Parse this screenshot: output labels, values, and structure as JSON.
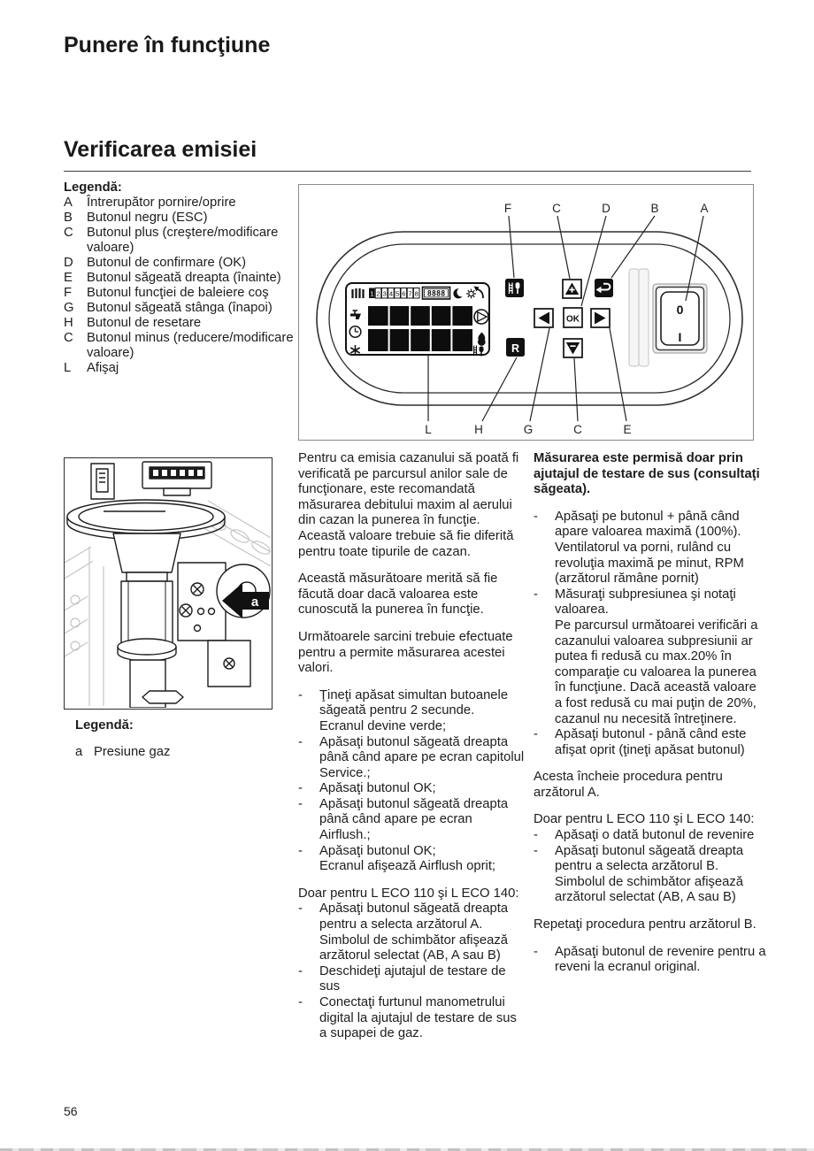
{
  "page": {
    "chapter_title": "Punere în funcţiune",
    "section_title": "Verificarea emisiei",
    "page_number": "56"
  },
  "ui": {
    "dash": "-"
  },
  "legend": {
    "title": "Legendă:",
    "items": [
      {
        "key": "A",
        "label": "Întrerupător pornire/oprire"
      },
      {
        "key": "B",
        "label": "Butonul negru (ESC)"
      },
      {
        "key": "C",
        "label": "Butonul plus (creştere/modificare valoare)"
      },
      {
        "key": "D",
        "label": "Butonul de confirmare (OK)"
      },
      {
        "key": "E",
        "label": "Butonul săgeată dreapta (înainte)"
      },
      {
        "key": "F",
        "label": "Butonul funcţiei de baleiere coş"
      },
      {
        "key": "G",
        "label": "Butonul săgeată stânga (înapoi)"
      },
      {
        "key": "H",
        "label": "Butonul de resetare"
      },
      {
        "key": "C",
        "label": "Butonul minus (reducere/modificare valoare)"
      },
      {
        "key": "L",
        "label": "Afişaj"
      }
    ]
  },
  "panel_figure": {
    "top_labels": [
      "F",
      "C",
      "D",
      "B",
      "A"
    ],
    "bottom_labels": [
      "L",
      "H",
      "G",
      "C",
      "E"
    ],
    "buttons": {
      "ok": "OK",
      "reset": "R"
    },
    "switch": {
      "off": "0",
      "on": "I"
    },
    "display": {
      "digits": [
        "1",
        "2",
        "3",
        "4",
        "5",
        "6",
        "7",
        "8"
      ],
      "code": "8888"
    }
  },
  "valve_figure": {
    "arrow_label": "a",
    "legend_title": "Legendă:",
    "key": "a",
    "label": "Presiune gaz"
  },
  "col_mid": {
    "p1": "Pentru ca emisia cazanului să poată fi verificată pe parcursul anilor sale de funcţionare, este recomandată măsurarea debitului maxim al aerului din cazan la punerea în funcţie. Această valoare trebuie să fie diferită pentru toate tipurile de cazan.",
    "p2": "Această măsurătoare merită să fie făcută doar dacă valoarea este cunoscută la punerea în funcţie.",
    "p3": "Următoarele sarcini trebuie efectuate pentru a permite măsurarea acestei valori.",
    "bullets1": [
      "Ţineţi apăsat simultan butoanele săgeată pentru 2 secunde.\nEcranul devine verde;",
      "Apăsaţi butonul săgeată dreapta până când apare pe ecran capitolul Service.;",
      "Apăsaţi butonul OK;",
      "Apăsaţi butonul săgeată dreapta până când apare pe ecran Airflush.;",
      "Apăsaţi butonul OK;\nEcranul afişează Airflush oprit;"
    ],
    "subhead": "Doar pentru L ECO 110 şi L ECO 140:",
    "bullets2": [
      "Apăsaţi butonul săgeată dreapta pentru a selecta arzătorul A.\nSimbolul de schimbător afişează arzătorul selectat (AB, A sau B)",
      "Deschideţi ajutajul de testare de sus",
      "Conectaţi furtunul manometrului digital la ajutajul de testare de sus a supapei de gaz."
    ]
  },
  "col_right": {
    "lead": "Măsurarea este permisă doar prin ajutajul de testare de sus (consultaţi săgeata).",
    "bullets1": [
      "Apăsaţi pe butonul + până când apare valoarea maximă (100%).\nVentilatorul va porni, rulând cu revoluţia maximă pe minut, RPM (arzătorul rămâne pornit)",
      "Măsuraţi subpresiunea şi notaţi valoarea.\nPe parcursul următoarei verificări a cazanului valoarea subpresiunii ar putea fi redusă cu max.20% în comparaţie cu valoarea la punerea în funcţiune. Dacă această valoare a fost redusă cu mai puţin de 20%, cazanul nu necesită întreţinere.",
      "Apăsaţi butonul - până când este afişat oprit (ţineţi apăsat butonul)"
    ],
    "p2": "Acesta încheie procedura pentru arzătorul A.",
    "subhead": "Doar pentru L ECO 110 şi L ECO 140:",
    "bullets2": [
      "Apăsaţi o dată butonul de revenire",
      "Apăsaţi butonul săgeată dreapta pentru a selecta arzătorul B.\nSimbolul de schimbător afişează arzătorul selectat (AB, A sau B)"
    ],
    "p3": "Repetaţi procedura pentru arzătorul B.",
    "bullets3": [
      "Apăsaţi butonul de revenire pentru a reveni la ecranul original."
    ]
  }
}
